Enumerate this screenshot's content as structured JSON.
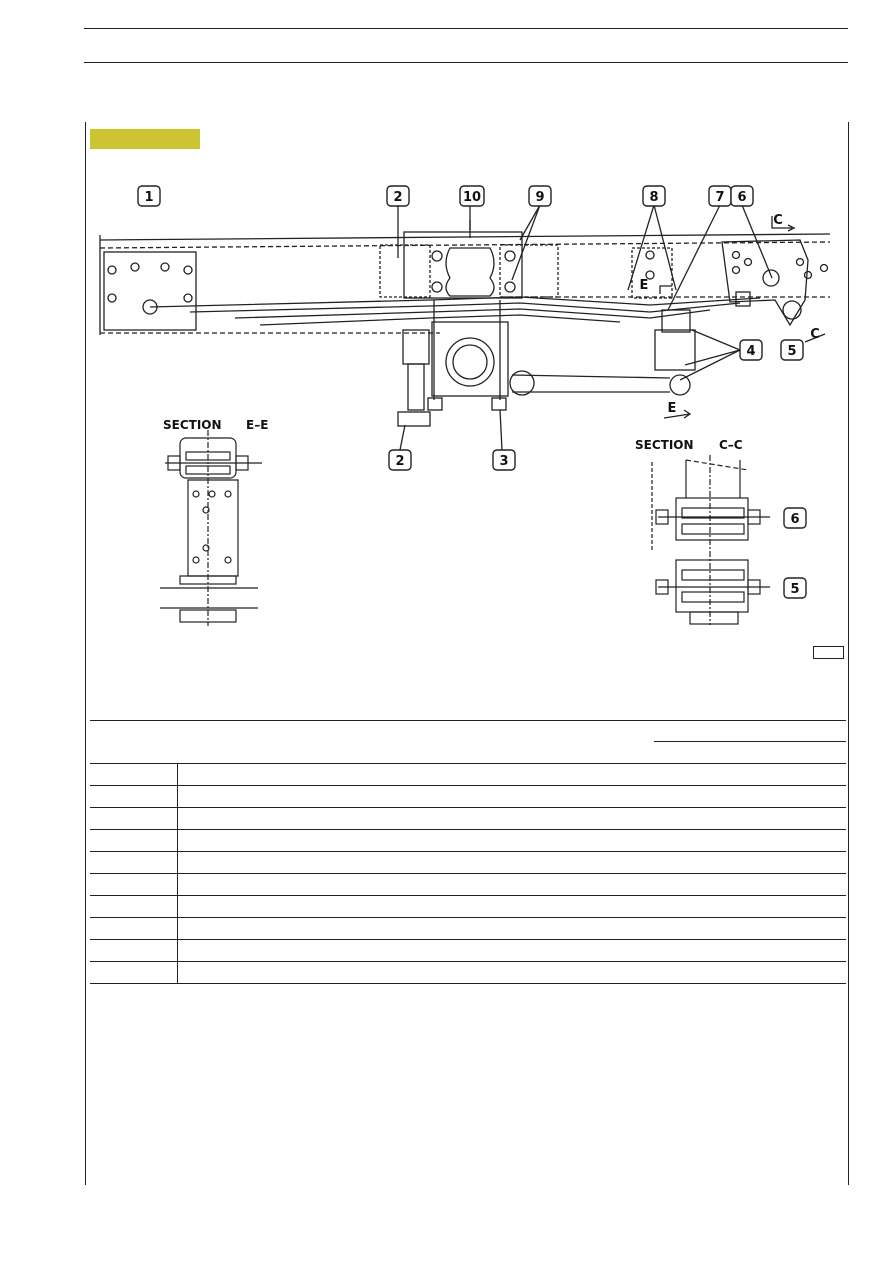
{
  "figure": {
    "section_ee_label": "SECTION",
    "section_ee_id": "E–E",
    "section_cc_label": "SECTION",
    "section_cc_id": "C–C",
    "callouts": [
      "1",
      "2",
      "10",
      "9",
      "8",
      "7",
      "6",
      "4",
      "5",
      "2",
      "3",
      "6",
      "5"
    ],
    "markers": {
      "c": "C",
      "e": "E"
    }
  },
  "table": {
    "rows": 10,
    "cells": []
  }
}
